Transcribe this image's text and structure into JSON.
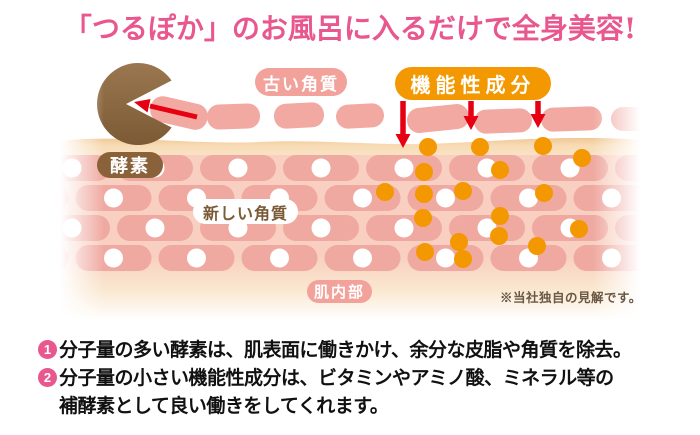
{
  "title": "「つるぽか」のお風呂に入るだけで全身美容!",
  "diagram": {
    "old_keratin_label": "古い角質",
    "functional_label": "機能性成分",
    "enzyme_label": "酵素",
    "new_keratin_label": "新しい角質",
    "skin_inside_label": "肌内部",
    "disclaimer": "※当社独自の見解です。"
  },
  "notes": [
    {
      "num": "1",
      "lines": [
        "分子量の多い酵素は、肌表面に働きかけ、余分な皮脂や角質を除去。"
      ]
    },
    {
      "num": "2",
      "lines": [
        "分子量の小さい機能性成分は、ビタミンやアミノ酸、ミネラル等の",
        "補酵素として良い働きをしてくれます。"
      ]
    }
  ],
  "colors": {
    "accent_pink": "#E8578E",
    "label_pink": "#F2A29B",
    "cell_pink": "#EFA9A1",
    "cell_bg_pink": "#F8CFC0",
    "surface_tan": "#F2C897",
    "enzyme_brown": "#8A6239",
    "functional_orange": "#F39800",
    "arrow_red": "#E60012",
    "disclaimer_brown": "#6B5844"
  }
}
